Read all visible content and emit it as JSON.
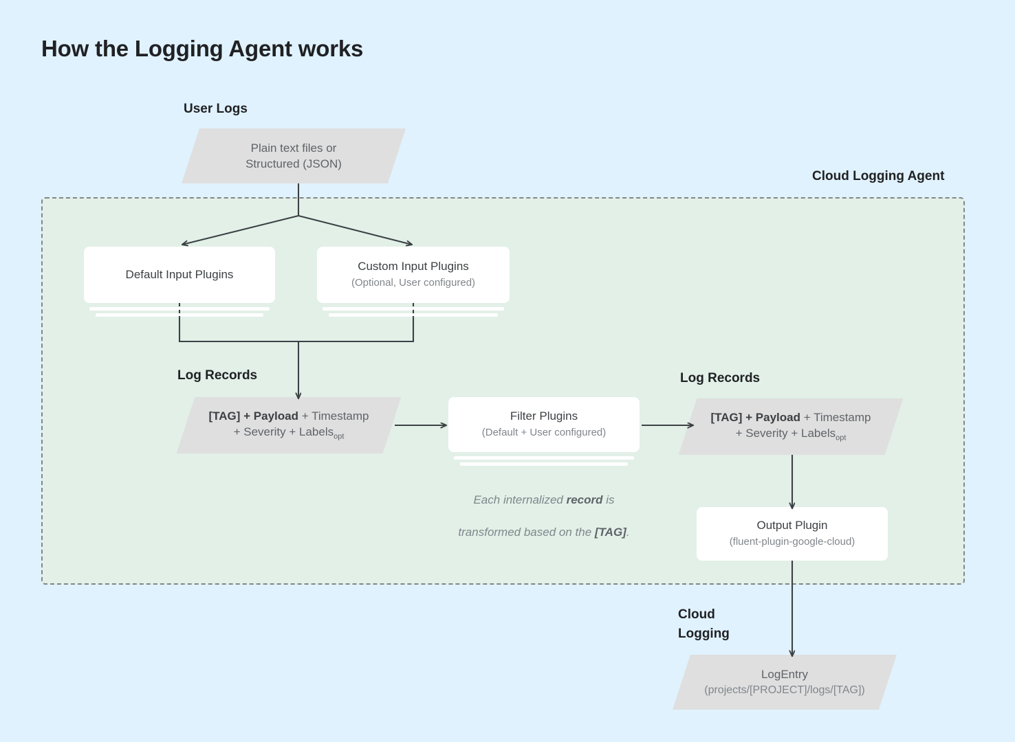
{
  "title": "How the Logging Agent works",
  "colors": {
    "background": "#e0f2fd",
    "agent_fill": "#e2f0e8",
    "agent_border": "#80868b",
    "parallelogram_fill": "#dfdfdf",
    "card_fill": "#ffffff",
    "text_primary": "#202124",
    "text_secondary": "#5f6368",
    "text_muted": "#80868b",
    "connector": "#3c4043"
  },
  "labels": {
    "user_logs": "User Logs",
    "cloud_logging_agent": "Cloud Logging Agent",
    "log_records_left": "Log Records",
    "log_records_right": "Log Records",
    "cloud_logging": "Cloud\nLogging"
  },
  "nodes": {
    "user_logs_source": {
      "shape": "parallelogram",
      "text": "Plain text files or\nStructured (JSON)"
    },
    "default_input_plugins": {
      "shape": "card-stack",
      "title": "Default Input Plugins",
      "subtitle": ""
    },
    "custom_input_plugins": {
      "shape": "card-stack",
      "title": "Custom Input Plugins",
      "subtitle": "(Optional, User configured)"
    },
    "log_record_left": {
      "shape": "parallelogram",
      "line1_bold": "[TAG] + Payload",
      "line1_rest": " + Timestamp",
      "line2": "+ Severity + Labels",
      "line2_subscript": "opt"
    },
    "filter_plugins": {
      "shape": "card-stack",
      "title": "Filter Plugins",
      "subtitle": "(Default + User configured)"
    },
    "transform_note": {
      "line1_pre": "Each internalized ",
      "line1_bold": "record",
      "line1_post": " is",
      "line2_pre": "transformed based on the ",
      "line2_bold": "[TAG]",
      "line2_post": "."
    },
    "log_record_right": {
      "shape": "parallelogram",
      "line1_bold": "[TAG] + Payload",
      "line1_rest": " + Timestamp",
      "line2": "+ Severity + Labels",
      "line2_subscript": "opt"
    },
    "output_plugin": {
      "shape": "card",
      "title": "Output Plugin",
      "subtitle": "(fluent-plugin-google-cloud)"
    },
    "log_entry": {
      "shape": "parallelogram",
      "title": "LogEntry",
      "subtitle": "(projects/[PROJECT]/logs/[TAG])"
    }
  },
  "connectors": [
    {
      "name": "user-logs-to-branch",
      "style": "solid",
      "arrow": false
    },
    {
      "name": "branch-to-default-input",
      "style": "solid",
      "arrow": true
    },
    {
      "name": "branch-to-custom-input",
      "style": "solid",
      "arrow": true
    },
    {
      "name": "default-input-through-stack",
      "style": "dashed",
      "arrow": false
    },
    {
      "name": "custom-input-through-stack",
      "style": "dashed",
      "arrow": false
    },
    {
      "name": "inputs-merge-bus",
      "style": "solid",
      "arrow": false
    },
    {
      "name": "merge-to-log-record-left",
      "style": "solid",
      "arrow": true
    },
    {
      "name": "log-record-left-to-filter",
      "style": "solid",
      "arrow": true
    },
    {
      "name": "filter-to-log-record-right",
      "style": "solid",
      "arrow": true
    },
    {
      "name": "log-record-right-to-output",
      "style": "solid",
      "arrow": true
    },
    {
      "name": "output-to-log-entry",
      "style": "solid",
      "arrow": true
    }
  ]
}
